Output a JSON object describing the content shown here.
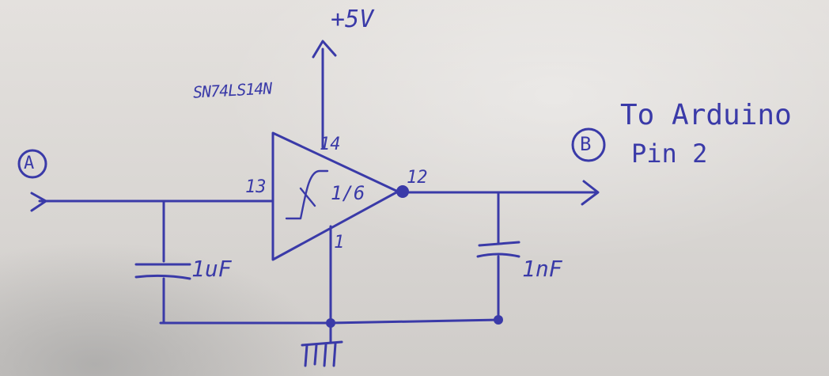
{
  "labels": {
    "supply": "+5V",
    "chip": "SN74LS14N",
    "node_a": "A",
    "node_b": "B",
    "destination_line1": "To Arduino",
    "destination_line2": "Pin 2",
    "pin_vcc": "14",
    "pin_input": "13",
    "pin_output": "12",
    "pin_gnd": "1",
    "gate_fraction": "1/6",
    "cap_input": "1uF",
    "cap_output": "1nF"
  },
  "colors": {
    "ink": "#3a3aa8",
    "paper": "#dcd9d6"
  },
  "symbols": {
    "gate": "schmitt-trigger-inverter",
    "ground": "ground-symbol",
    "input_arrow": "arrow-right-icon",
    "output_arrow": "arrow-right-icon",
    "supply_arrow": "arrow-up-icon"
  }
}
